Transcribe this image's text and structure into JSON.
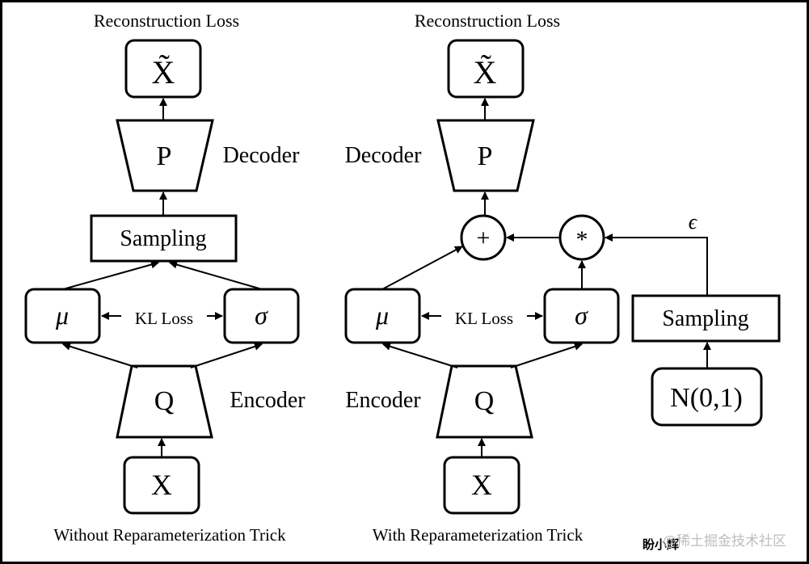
{
  "left": {
    "title": "Reconstruction Loss",
    "output": "X̃",
    "decoder_symbol": "P",
    "decoder_label": "Decoder",
    "sampling": "Sampling",
    "mu": "μ",
    "kl": "KL Loss",
    "sigma": "σ",
    "encoder_symbol": "Q",
    "encoder_label": "Encoder",
    "input": "X",
    "caption": "Without Reparameterization Trick"
  },
  "right": {
    "title": "Reconstruction Loss",
    "output": "X̃",
    "decoder_symbol": "P",
    "decoder_label": "Decoder",
    "plus": "+",
    "times": "*",
    "epsilon": "ϵ",
    "mu": "μ",
    "kl": "KL Loss",
    "sigma": "σ",
    "sampling": "Sampling",
    "encoder_symbol": "Q",
    "encoder_label": "Encoder",
    "input": "X",
    "noise": "N(0,1)",
    "caption": "With Reparameterization Trick"
  },
  "watermark": {
    "handwritten": "盼小辉",
    "site": "@稀土掘金技术社区"
  }
}
